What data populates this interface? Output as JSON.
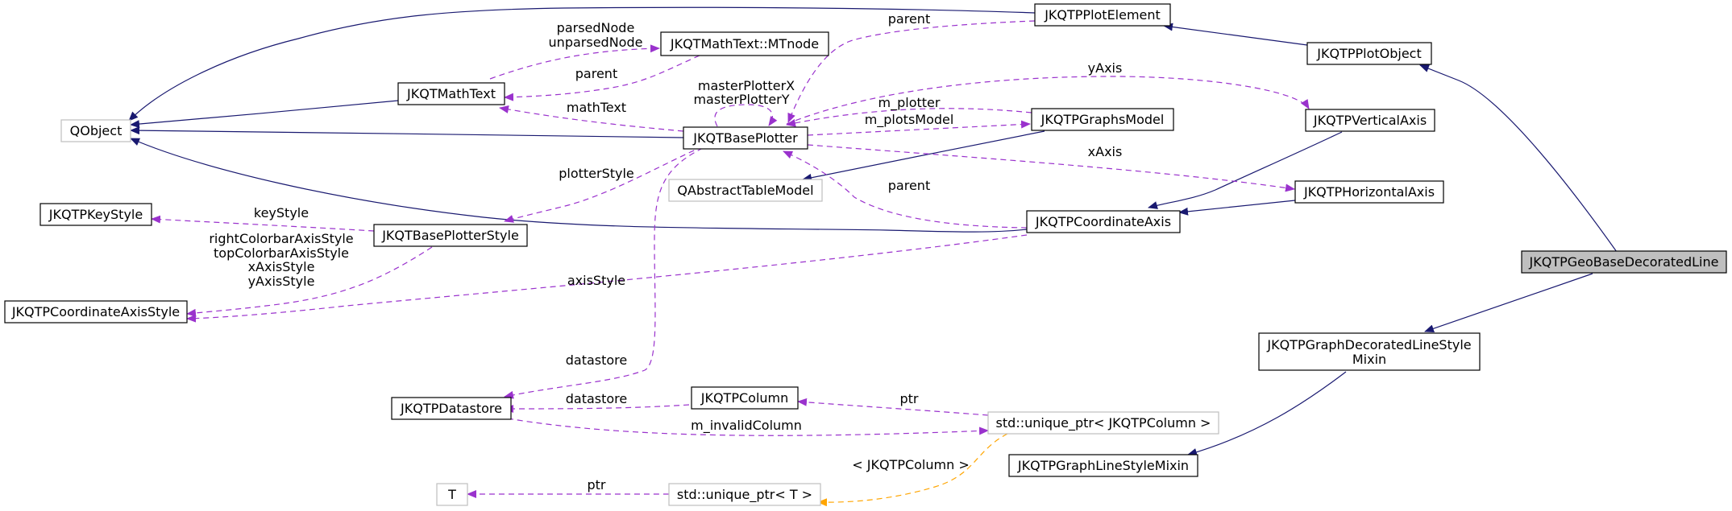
{
  "colors": {
    "inheritance": "#191970",
    "usage": "#9a32cd",
    "template": "#ffa500",
    "focus_fill": "#bfbfbf",
    "external_border": "#bfbfbf"
  },
  "nodes": {
    "qobject": "QObject",
    "jkqtpkeystyle": "JKQTPKeyStyle",
    "jkqtpcoordinateaxisstyle": "JKQTPCoordinateAxisStyle",
    "jkqtmathtext": "JKQTMathText",
    "jkqtbaseplotterstyle": "JKQTBasePlotterStyle",
    "jkqtpdatastore": "JKQTPDatastore",
    "t": "T",
    "mtnode": "JKQTMathText::MTnode",
    "jkqtbaseplotter": "JKQTBasePlotter",
    "qabstracttablemodel": "QAbstractTableModel",
    "jkqtpcolumn": "JKQTPColumn",
    "unique_ptr_t": "std::unique_ptr< T >",
    "jkqtpplotelement": "JKQTPPlotElement",
    "jkqtpgraphsmodel": "JKQTPGraphsModel",
    "jkqtpcoordinateaxis": "JKQTPCoordinateAxis",
    "unique_ptr_column": "std::unique_ptr< JKQTPColumn >",
    "jkqtpgraphlinestylemixin": "JKQTPGraphLineStyleMixin",
    "jkqtpplotobject": "JKQTPPlotObject",
    "jkqtpverticalaxis": "JKQTPVerticalAxis",
    "jkqtphorizontalaxis": "JKQTPHorizontalAxis",
    "decorated_line1": "JKQTPGraphDecoratedLineStyle",
    "decorated_line2": "Mixin",
    "jkqtpgeobasedecoratedline": "JKQTPGeoBaseDecoratedLine"
  },
  "edge_labels": {
    "parsednode": "parsedNode",
    "unparsednode": "unparsedNode",
    "parent_mathtext": "parent",
    "mathtext": "mathText",
    "masterplotterx": "masterPlotterX",
    "masterplottery": "masterPlotterY",
    "parent_plotelement": "parent",
    "yaxis": "yAxis",
    "m_plotter": "m_plotter",
    "m_plotsmodel": "m_plotsModel",
    "xaxis": "xAxis",
    "plotterstyle": "plotterStyle",
    "parent_coordaxis": "parent",
    "keystyle": "keyStyle",
    "rightcolorbar": "rightColorbarAxisStyle",
    "topcolorbar": "topColorbarAxisStyle",
    "xaxisstyle": "xAxisStyle",
    "yaxisstyle": "yAxisStyle",
    "axisstyle": "axisStyle",
    "datastore_plotter": "datastore",
    "datastore_column": "datastore",
    "ptr_column": "ptr",
    "m_invalidcolumn": "m_invalidColumn",
    "template_arg": "< JKQTPColumn >",
    "ptr_t": "ptr"
  }
}
